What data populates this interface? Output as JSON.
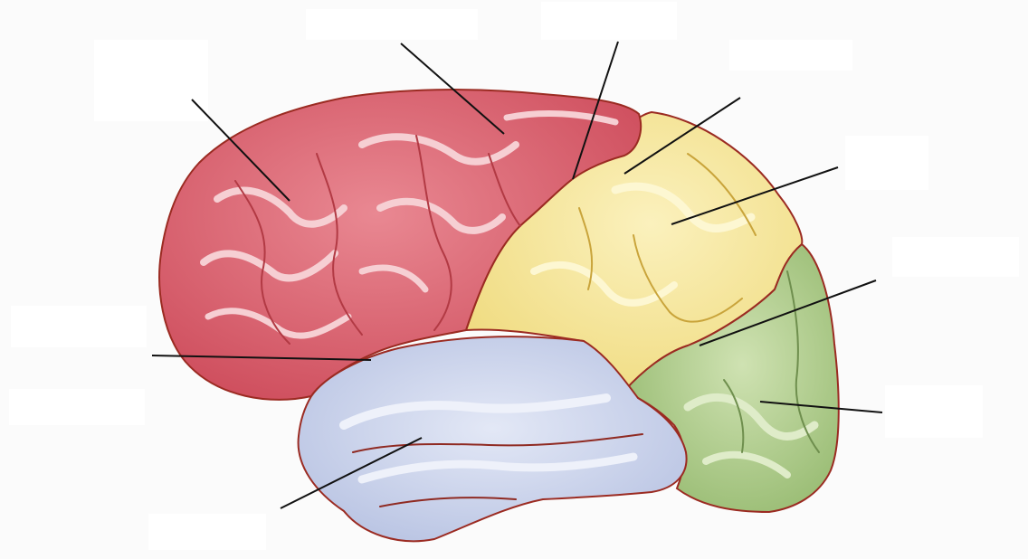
{
  "diagram": {
    "subject": "lateral-view-cerebral-cortex",
    "colors": {
      "frontal": "#d9616e",
      "frontal_highlight": "#f6cfd3",
      "parietal": "#f6e79a",
      "parietal_highlight": "#fdf7d2",
      "temporal": "#c5cfe8",
      "temporal_highlight": "#eef1fa",
      "occipital": "#a9c886",
      "occipital_highlight": "#dfecc9",
      "outline": "#9b2b22",
      "leader_line": "#111111",
      "label_box": "#ffffff",
      "background": "#fbfbfb"
    },
    "regions": [
      "frontal-lobe",
      "parietal-lobe",
      "temporal-lobe",
      "occipital-lobe"
    ],
    "labels": [
      "",
      "",
      "",
      "",
      "",
      "",
      "",
      "",
      "",
      ""
    ]
  }
}
